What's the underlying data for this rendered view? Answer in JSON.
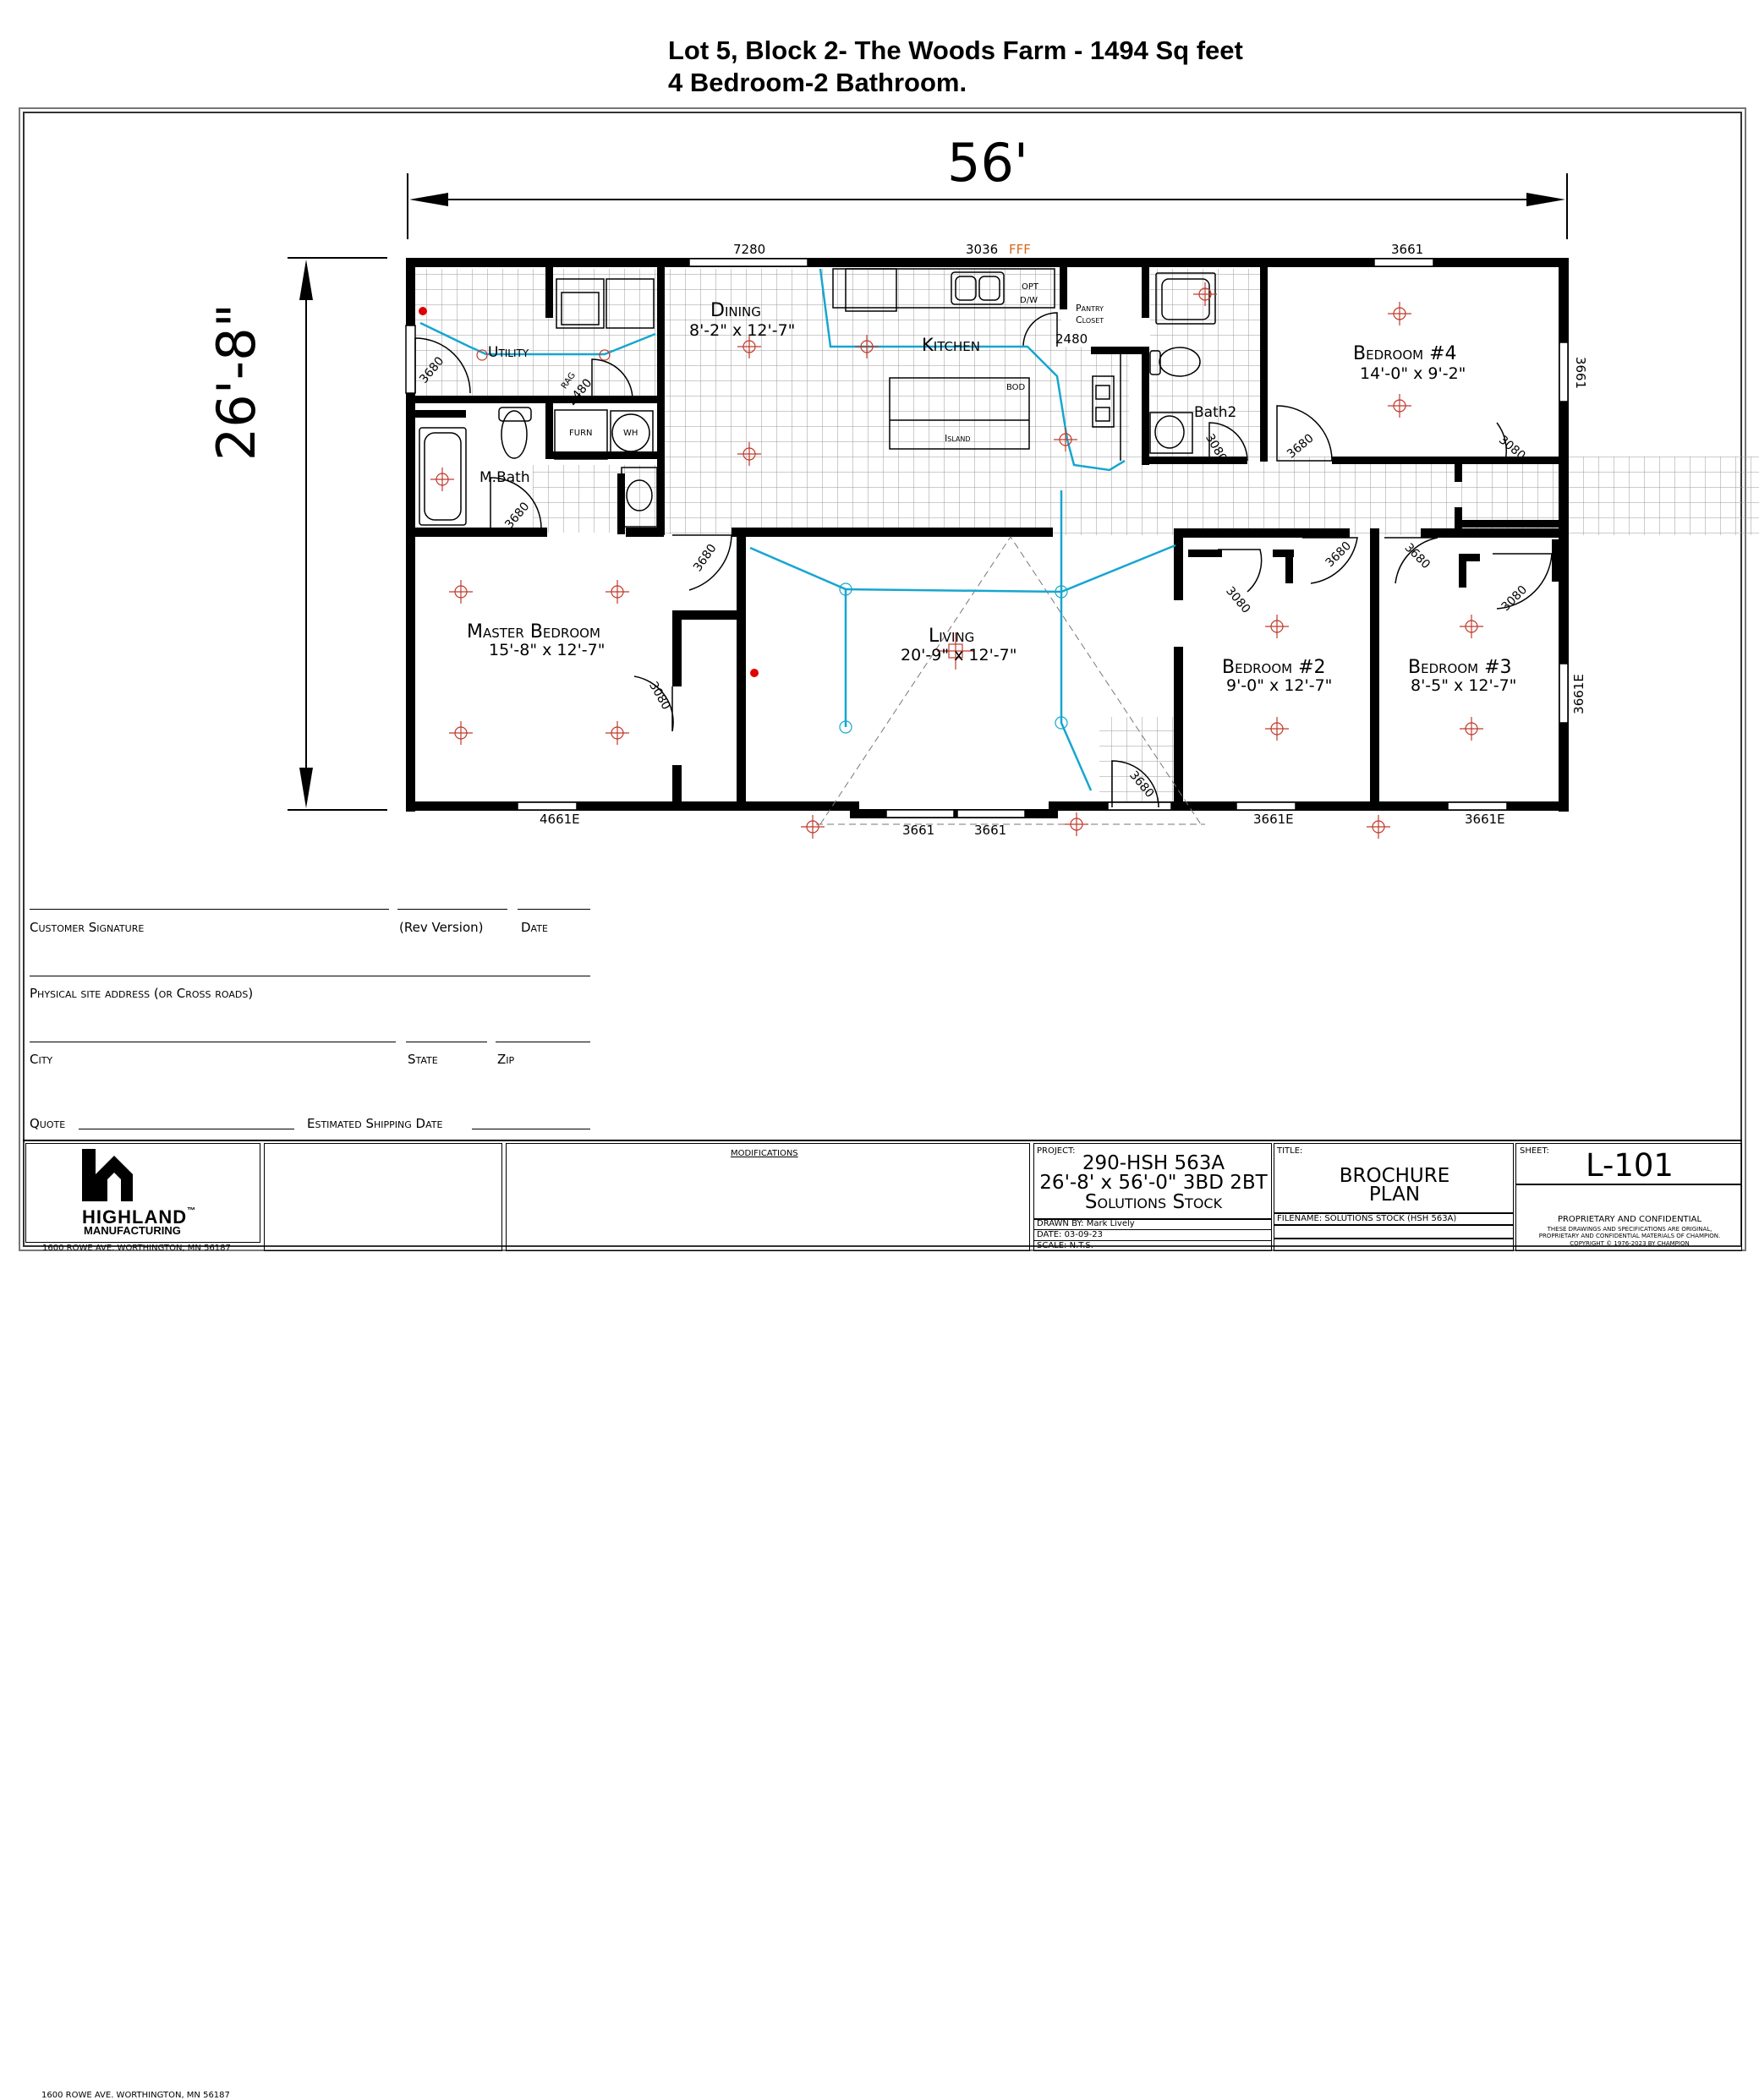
{
  "header": {
    "line1": "Lot 5, Block 2-  The Woods Farm  - 1494 Sq feet",
    "line2": "4 Bedroom-2 Bathroom."
  },
  "dimensions": {
    "width": "56'",
    "depth": "26'-8\""
  },
  "rooms": {
    "dining": {
      "name": "Dining",
      "size": "8'-2\" x 12'-7\""
    },
    "kitchen": {
      "name": "Kitchen"
    },
    "utility": {
      "name": "Utility"
    },
    "bedroom4": {
      "name": "Bedroom #4",
      "size": "14'-0\" x 9'-2\""
    },
    "mbath": {
      "name": "M.Bath"
    },
    "bath2": {
      "name": "Bath2"
    },
    "master": {
      "name": "Master Bedroom",
      "size": "15'-8\" x 12'-7\""
    },
    "living": {
      "name": "Living",
      "size": "20'-9\" x 12'-7\""
    },
    "bedroom2": {
      "name": "Bedroom #2",
      "size": "9'-0\" x 12'-7\""
    },
    "bedroom3": {
      "name": "Bedroom #3",
      "size": "8'-5\" x 12'-7\""
    }
  },
  "fixtures": {
    "island": "Island",
    "bod": "BOD",
    "pantry": [
      "Pantry",
      "Closet"
    ],
    "opt_dw": [
      "OPT",
      "D/W"
    ],
    "furn": "FURN",
    "wh": "WH",
    "rag": "RAG",
    "fff": "FFF"
  },
  "windows": {
    "w7280": "7280",
    "w3036": "3036",
    "w3661_top": "3661",
    "w3661_right": "3661",
    "w3661e_right": "3661E",
    "w4661e": "4661E",
    "w3661_bot1": "3661",
    "w3661_bot2": "3661",
    "w3661e_b2": "3661E",
    "w3661e_b3": "3661E"
  },
  "doors": {
    "d_util": "3680",
    "d_rag": "2480",
    "d_pantry": "2480",
    "d_mbath": "3680",
    "d_bath2": "3080",
    "d_b4a": "3680",
    "d_b4b": "3080",
    "d_master_hall": "3680",
    "d_master_closet": "3080",
    "d_b2closet": "3080",
    "d_b2": "3680",
    "d_b3": "3680",
    "d_b3closet": "3080",
    "d_entry": "3680"
  },
  "form": {
    "customer_signature": "Customer Signature",
    "rev_version": "(Rev Version)",
    "date": "Date",
    "address": "Physical site address (or Cross roads)",
    "city": "City",
    "state": "State",
    "zip": "Zip",
    "quote": "Quote",
    "est_ship": "Estimated Shipping Date"
  },
  "title_block": {
    "brand": "HIGHLAND",
    "tm": "™",
    "brand2": "MANUFACTURING",
    "address": "1600 ROWE AVE.  WORTHINGTON, MN  56187",
    "modifications": "MODIFICATIONS",
    "project_label": "PROJECT:",
    "project_lines": [
      "290-HSH 563A",
      "26'-8' x 56'-0\" 3BD 2BT",
      "Solutions Stock"
    ],
    "drawn_by": "DRAWN BY: Mark Lively",
    "date": "DATE:  03-09-23",
    "scale": "SCALE: N.T.S.",
    "title_label": "TITLE:",
    "title_lines": [
      "BROCHURE",
      "PLAN"
    ],
    "filename": "FILENAME: SOLUTIONS STOCK (HSH 563A)",
    "sheet_label": "SHEET:",
    "sheet": "L-101",
    "prop1": "PROPRIETARY AND CONFIDENTIAL",
    "prop2": "THESE DRAWINGS AND SPECIFICATIONS ARE ORIGINAL,",
    "prop3": "PROPRIETARY AND CONFIDENTIAL MATERIALS OF CHAMPION.",
    "prop4": "COPYRIGHT © 1976-2023 BY CHAMPION"
  },
  "colors": {
    "wiring": "#17a6cf",
    "light": "#c0392b",
    "outlet": "#e00000",
    "fff": "#d2691e"
  }
}
